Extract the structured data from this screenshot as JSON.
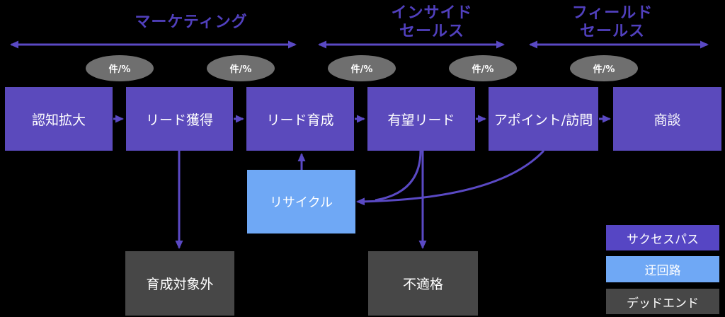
{
  "diagram_title": "sales-marketing-funnel",
  "sections": [
    {
      "label": "マーケティング"
    },
    {
      "label": "インサイド\nセールス"
    },
    {
      "label": "フィールド\nセールス"
    }
  ],
  "metric_badges": [
    "件/%",
    "件/%",
    "件/%",
    "件/%",
    "件/%"
  ],
  "stages": [
    "認知拡大",
    "リード獲得",
    "リード育成",
    "有望リード",
    "アポイント/訪問",
    "商談"
  ],
  "recycle_label": "リサイクル",
  "dead_ends": [
    "育成対象外",
    "不適格"
  ],
  "legend": [
    {
      "label": "サクセスパス",
      "color": "#5646c4",
      "meaning": "success-path"
    },
    {
      "label": "迂回路",
      "color": "#6fa8f5",
      "meaning": "detour"
    },
    {
      "label": "デッドエンド",
      "color": "#474747",
      "meaning": "dead-end"
    }
  ],
  "colors": {
    "background": "#000000",
    "stage_box": "#5b4abc",
    "arrow": "#5a49c4",
    "section_label_text": "#5140be",
    "metric_ellipse": "#6f6f6f",
    "recycle_box": "#6fa8f5",
    "dead_end_box": "#474747",
    "box_text": "#ffffff"
  }
}
